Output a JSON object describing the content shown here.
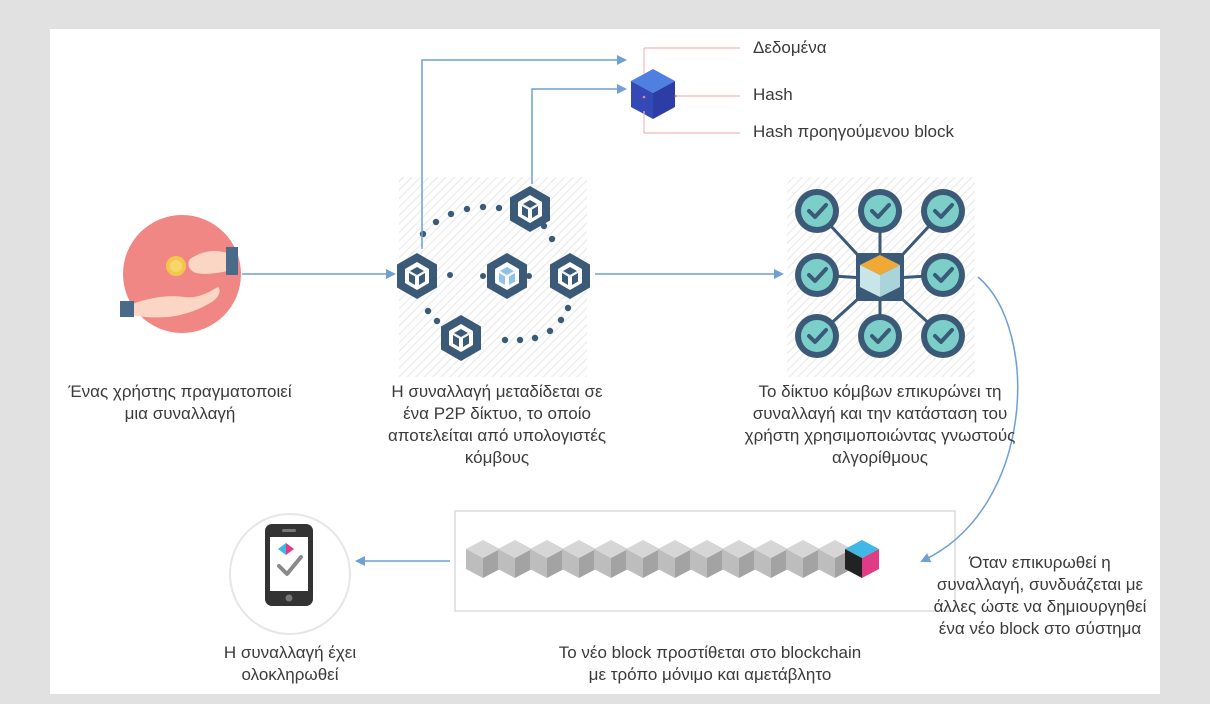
{
  "colors": {
    "background_outer": "#e1e1e1",
    "canvas": "#ffffff",
    "arrow": "#6f9fd3",
    "node_dark": "#3b5a78",
    "node_light": "#8ec1ec",
    "check_fill": "#7ccfc8",
    "check_dark": "#3b5a78",
    "center_cube_top": "#f1a935",
    "center_cube_side": "#c8e6ea",
    "hand_circle": "#f08784",
    "block_cube": "#3f56c8",
    "final_block_top": "#3fb8e6",
    "final_block_side": "#e03c86",
    "chain_cube": "#bfbfbf"
  },
  "block_parts": {
    "data": "Δεδομένα",
    "hash": "Hash",
    "previous_hash": "Hash προηγούμενου block"
  },
  "steps": {
    "user_transaction": {
      "icon": "hand-coin-icon",
      "lines": [
        "Ένας χρήστης πραγματοποιεί",
        "μια συναλλαγή"
      ]
    },
    "p2p_network": {
      "icon": "p2p-network-icon",
      "lines": [
        "Η συναλλαγή μεταδίδεται σε",
        "ένα P2P δίκτυο, το οποίο",
        "αποτελείται από υπολογιστές",
        "κόμβους"
      ]
    },
    "validation": {
      "icon": "validation-nodes-icon",
      "lines": [
        "Το δίκτυο κόμβων επικυρώνει τη",
        "συναλλαγή και την κατάσταση του",
        "χρήστη χρησιμοποιώντας γνωστούς",
        "αλγορίθμους"
      ]
    },
    "new_block": {
      "icon": "blockchain-chain-icon",
      "lines": [
        "Όταν επικυρωθεί η",
        "συναλλαγή, συνδυάζεται με",
        "άλλες ώστε να δημιουργηθεί",
        "ένα νέο block στο σύστημα"
      ]
    },
    "chain_added": {
      "lines": [
        "Το νέο block προστίθεται στο blockchain",
        "με τρόπο μόνιμο και αμετάβλητο"
      ]
    },
    "complete": {
      "icon": "smartphone-check-icon",
      "lines": [
        "Η συναλλαγή έχει",
        "ολοκληρωθεί"
      ]
    }
  }
}
